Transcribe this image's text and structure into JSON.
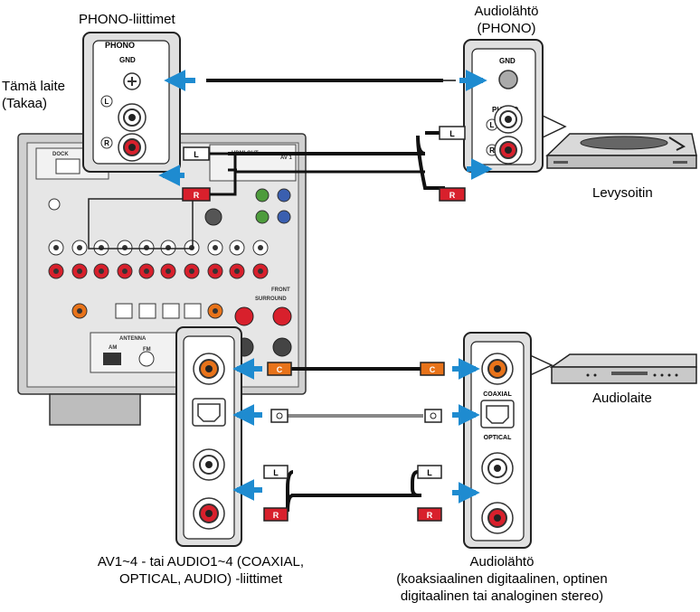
{
  "labels": {
    "phono_terminals": "PHONO-liittimet",
    "this_unit": "Tämä laite",
    "rear": "(Takaa)",
    "audio_output_phono_1": "Audiolähtö",
    "audio_output_phono_2": "(PHONO)",
    "turntable": "Levysoitin",
    "audio_device": "Audiolaite",
    "av_inputs_1": "AV1~4 - tai AUDIO1~4 (COAXIAL,",
    "av_inputs_2": "OPTICAL, AUDIO) -liittimet",
    "audio_output_1": "Audiolähtö",
    "audio_output_2": "(koaksiaalinen digitaalinen, optinen",
    "audio_output_3": "digitaalinen tai analoginen stereo)"
  },
  "panel_text": {
    "phono": "PHONO",
    "gnd": "GND",
    "l": "L",
    "r": "R",
    "c": "C",
    "coaxial": "COAXIAL",
    "optical": "OPTICAL",
    "dock": "DOCK",
    "hdmi_out": "HDMI OUT",
    "antenna": "ANTENNA",
    "am": "AM",
    "fm": "FM",
    "front": "FRONT",
    "surround": "SURROUND",
    "av1": "AV 1"
  },
  "colors": {
    "arrow": "#1e8bd0",
    "coax_orange": "#e8731a",
    "red": "#d8202c",
    "device_gray": "#c9c9c9",
    "panel_gray": "#d6d6d6"
  }
}
